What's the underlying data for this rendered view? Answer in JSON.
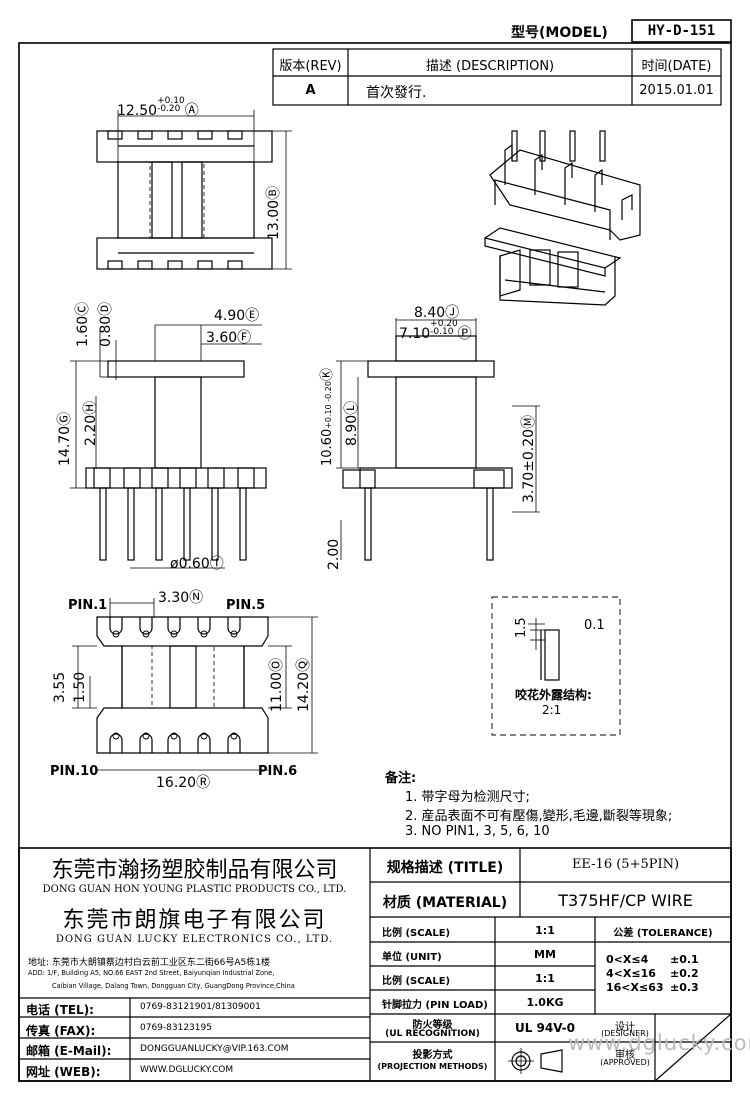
{
  "model_label": "型号(MODEL)",
  "model_value": "HY-D-151",
  "revision": {
    "rev_header": "版本(REV)",
    "desc_header": "描述 (DESCRIPTION)",
    "date_header": "时间(DATE)",
    "rev": "A",
    "desc": "首次發行.",
    "date": "2015.01.01"
  },
  "dims": {
    "top_width": "12.50",
    "top_tol_plus": "+0.10",
    "top_tol_minus": "-0.20",
    "top_width_mark": "Ⓐ",
    "top_height": "13.00Ⓑ",
    "d_160": "1.60Ⓒ",
    "d_080": "0.80Ⓓ",
    "d_490": "4.90Ⓔ",
    "d_360": "3.60Ⓕ",
    "d_1470": "14.70Ⓖ",
    "d_220": "2.20Ⓗ",
    "d_060": "ø0.60Ⓘ",
    "d_840": "8.40Ⓙ",
    "d_710": "7.10",
    "d_710_plus": "+0.20",
    "d_710_minus": "-0.10",
    "d_710_mark": "Ⓟ",
    "d_1060": "10.60",
    "d_1060_tol": "+0.10 -0.20",
    "d_1060_mark": "Ⓚ",
    "d_890": "8.90Ⓛ",
    "d_370": "3.70±0.20Ⓜ",
    "d_200": "2.00",
    "d_330": "3.30Ⓝ",
    "d_355": "3.55",
    "d_150": "1.50",
    "d_1100": "11.00Ⓞ",
    "d_1420": "14.20Ⓠ",
    "d_1620": "16.20Ⓡ",
    "pin1": "PIN.1",
    "pin5": "PIN.5",
    "pin10": "PIN.10",
    "pin6": "PIN.6",
    "detail_15": "1.5",
    "detail_01": "0.1",
    "detail_title": "咬花外露结构:",
    "detail_scale": "2:1"
  },
  "notes": {
    "title": "备注:",
    "items": [
      "1. 带字母为检测尺寸;",
      "2. 産品表面不可有壓傷,變形,毛邊,斷裂等現象;",
      "3. NO PIN1, 3, 5, 6, 10"
    ]
  },
  "company": {
    "cn1": "东莞市瀚扬塑胶制品有限公司",
    "en1": "DONG GUAN HON YOUNG PLASTIC PRODUCTS CO., LTD.",
    "cn2": "东莞市朗旗电子有限公司",
    "en2": "DONG GUAN LUCKY ELECTRONICS CO., LTD.",
    "address_cn": "地址: 东莞市大朗镇蔡边村白云前工业区东二街66号A5栋1楼",
    "address_en1": "ADD: 1/F, Building A5, NO.66 EAST 2nd Street, Baiyunqian Industrial Zone,",
    "address_en2": "Caibian Village, Dalang Town, Dongguan City, GuangDong Province,China"
  },
  "contact": {
    "tel_label": "电话 (TEL):",
    "tel": "0769-83121901/81309001",
    "fax_label": "传真 (FAX):",
    "fax": "0769-83123195",
    "email_label": "邮箱 (E-Mail):",
    "email": "DONGGUANLUCKY@VIP.163.COM",
    "web_label": "网址 (WEB):",
    "web": "WWW.DGLUCKY.COM"
  },
  "spec": {
    "title_label": "规格描述 (TITLE)",
    "title_value": "EE-16 (5+5PIN)",
    "material_label": "材质 (MATERIAL)",
    "material_value": "T375HF/CP WIRE",
    "scale_label": "比例 (SCALE)",
    "scale_value": "1:1",
    "tolerance_label": "公差 (TOLERANCE)",
    "unit_label": "单位 (UNIT)",
    "unit_value": "MM",
    "scale2_label": "比例 (SCALE)",
    "scale2_value": "1:1",
    "tol_rows": [
      {
        "range": "0<X≤4",
        "tol": "±0.1"
      },
      {
        "range": "4<X≤16",
        "tol": "±0.2"
      },
      {
        "range": "16<X≤63",
        "tol": "±0.3"
      }
    ],
    "pinload_label": "针脚拉力 (PIN LOAD)",
    "pinload_value": "1.0KG",
    "ul_label_cn": "防火等级",
    "ul_label_en": "(UL RECOGNITION)",
    "ul_value": "UL 94V-0",
    "proj_label_cn": "投影方式",
    "proj_label_en": "(PROJECTION METHODS)",
    "designer_cn": "设计",
    "designer_en": "(DESIGNER)",
    "approved_cn": "审核",
    "approved_en": "(APPROVED)",
    "watermark": "www.dglucky.com"
  }
}
